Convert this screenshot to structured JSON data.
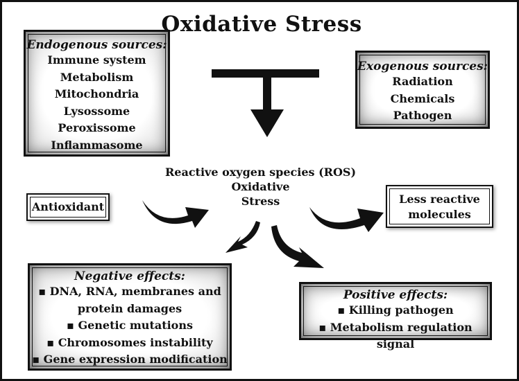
{
  "title": "Oxidative Stress",
  "endogenous": {
    "heading": "Endogenous sources:",
    "items": [
      "Immune system",
      "Metabolism",
      "Mitochondria",
      "Lysossome",
      "Peroxissome",
      "Inflammasome"
    ]
  },
  "exogenous": {
    "heading": "Exogenous sources:",
    "items": [
      "Radiation",
      "Chemicals",
      "Pathogen"
    ]
  },
  "center": {
    "line1": "Reactive oxygen species (ROS)",
    "line2": "Oxidative",
    "line3": "Stress"
  },
  "antioxidant": "Antioxidant",
  "less_reactive": {
    "line1": "Less reactive",
    "line2": "molecules"
  },
  "negative": {
    "heading": "Negative effects:",
    "items": [
      "DNA, RNA, membranes and",
      "protein damages",
      "Genetic mutations",
      "Chromosomes instability",
      "Gene expression modification"
    ]
  },
  "positive": {
    "heading": "Positive effects:",
    "items": [
      "Killing pathogen",
      "Metabolism regulation signal"
    ]
  }
}
